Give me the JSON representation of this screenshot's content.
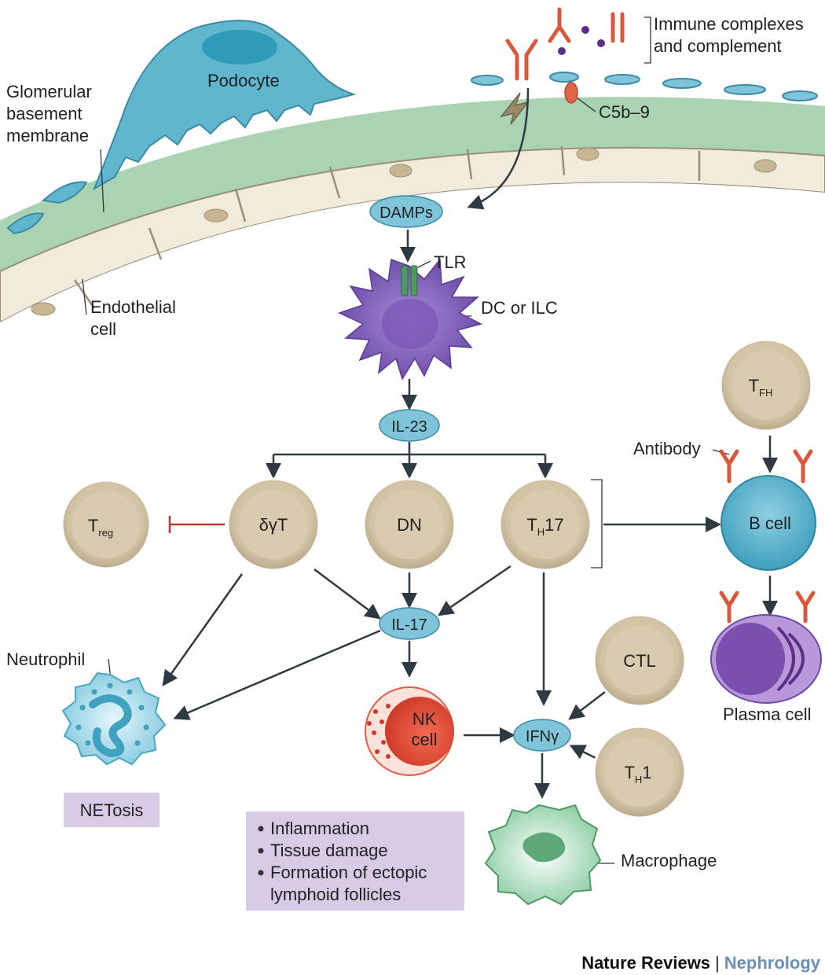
{
  "labels": {
    "podocyte": "Podocyte",
    "gbm_1": "Glomerular",
    "gbm_2": "basement",
    "gbm_3": "membrane",
    "endothelial_1": "Endothelial",
    "endothelial_2": "cell",
    "immune_1": "Immune complexes",
    "immune_2": "and complement",
    "c5b9": "C5b–9",
    "damps": "DAMPs",
    "tlr": "TLR",
    "dc": "DC or ILC",
    "il23": "IL-23",
    "il17": "IL-17",
    "ifng": "IFNγ",
    "antibody": "Antibody",
    "plasma": "Plasma cell",
    "neutrophil": "Neutrophil",
    "macrophage": "Macrophage",
    "netosis": "NETosis"
  },
  "cells": {
    "treg": {
      "main": "T",
      "sub": "reg"
    },
    "dgt": {
      "main": "δγT"
    },
    "dn": {
      "main": "DN"
    },
    "th17": {
      "main": "T",
      "sub": "H",
      "tail": "17"
    },
    "tfh": {
      "main": "T",
      "sub": "FH"
    },
    "bcell": {
      "main": "B cell"
    },
    "ctl": {
      "main": "CTL"
    },
    "th1": {
      "main": "T",
      "sub": "H",
      "tail": "1"
    },
    "nk_1": "NK",
    "nk_2": "cell"
  },
  "outcomes": [
    "Inflammation",
    "Tissue damage",
    "Formation of ectopic",
    "lymphoid follicles"
  ],
  "footer": {
    "journal": "Nature Reviews",
    "separator": "|",
    "section": "Nephrology"
  },
  "colors": {
    "membrane": "#a9d3b2",
    "endothelium": "#f1ebdc",
    "podocyte": "#5fb6cd",
    "cell_tan": "#dccfb5",
    "bubble": "#7fc4d8",
    "antibody": "#e0664a",
    "dc": "#8a6bbf",
    "tlr": "#4f9a62",
    "bcell": "#59b3cf",
    "plasma": "#8a63b5",
    "nk": "#e45a44",
    "neutrophil": "#8fd0e2",
    "macrophage": "#a8d9b8",
    "outcome_box": "#d7cbe6",
    "arrow": "#2e3a40",
    "inhibit": "#b03a2e"
  }
}
